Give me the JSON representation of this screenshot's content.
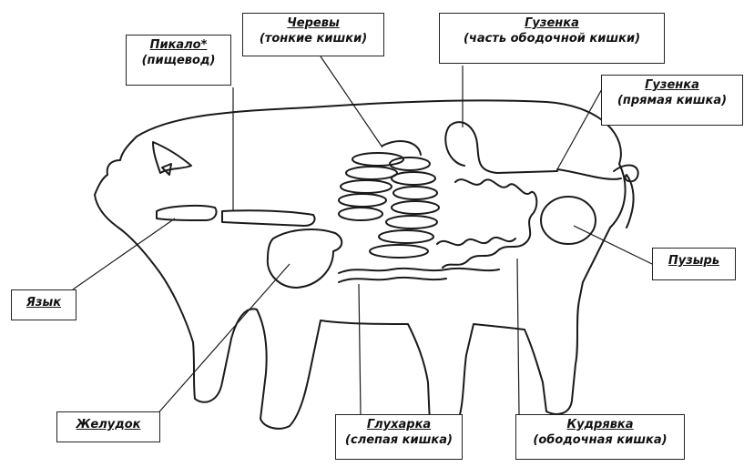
{
  "labels": {
    "pikalo": {
      "title": "Пикало*",
      "subtitle": "(пищевод)"
    },
    "chereva": {
      "title": "Черевы",
      "subtitle": "(тонкие кишки)"
    },
    "guzenka_colon": {
      "title": "Гузенка",
      "subtitle": "(часть ободочной кишки)"
    },
    "guzenka_rectum": {
      "title": "Гузенка",
      "subtitle": "(прямая кишка)"
    },
    "puzyr": {
      "title": "Пузырь"
    },
    "yazyk": {
      "title": "Язык"
    },
    "zheludok": {
      "title": "Желудок"
    },
    "glukharka": {
      "title": "Глухарка",
      "subtitle": "(слепая кишка)"
    },
    "kudryavka": {
      "title": "Кудрявка",
      "subtitle": "(ободочная кишка)"
    }
  },
  "colors": {
    "ink": "#1a1a1a",
    "background": "#ffffff"
  }
}
